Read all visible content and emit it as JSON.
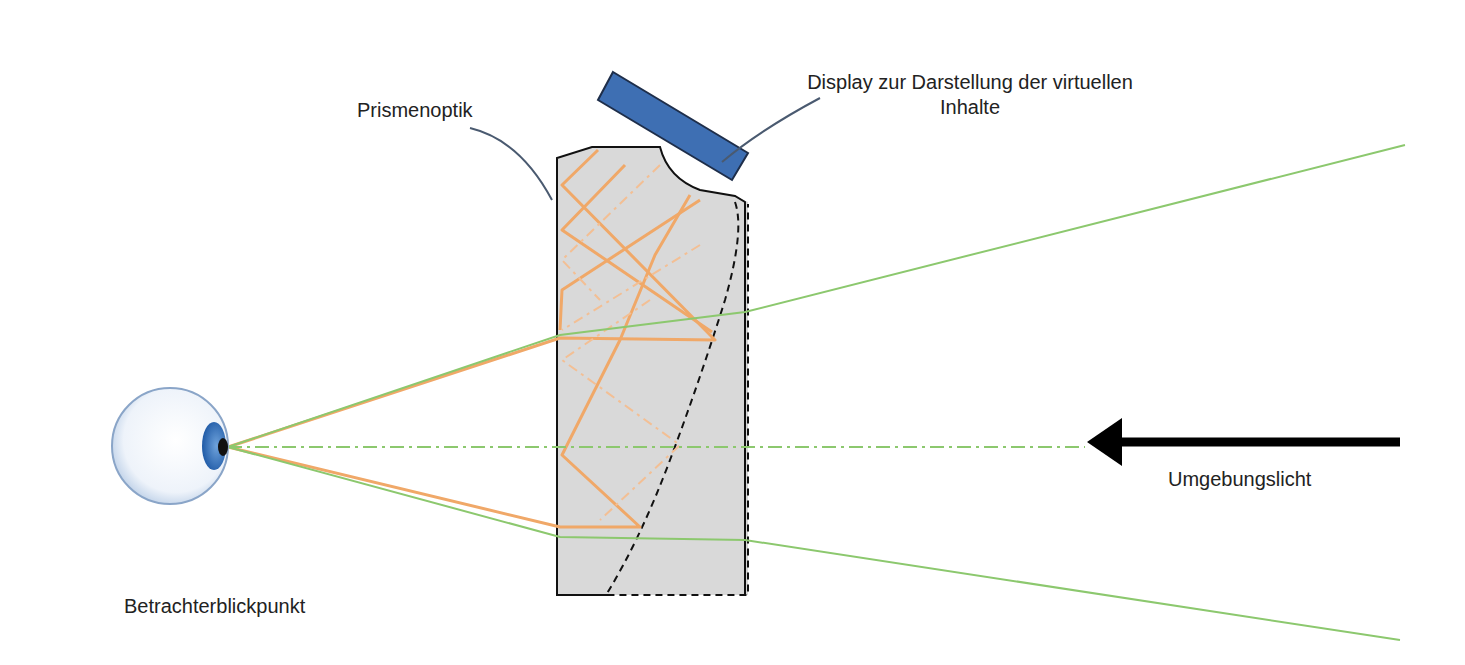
{
  "diagram": {
    "labels": [
      "Display zur Darstellung der virtuellen Inhalte",
      "Prismenoptik",
      "Umgebungslicht",
      "Betrachterblickpunkt"
    ]
  }
}
